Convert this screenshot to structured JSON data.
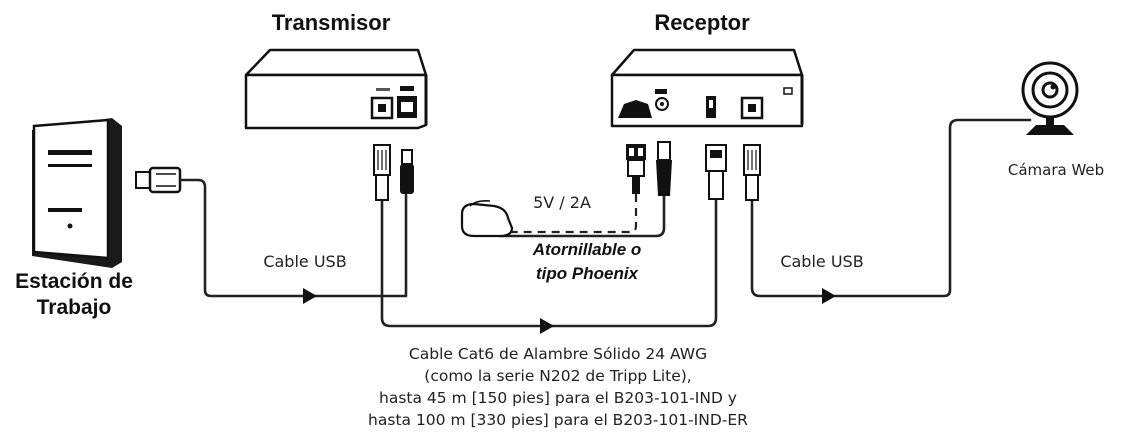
{
  "devices": {
    "transmitter_title": "Transmisor",
    "receiver_title": "Receptor",
    "workstation_line1": "Estación de",
    "workstation_line2": "Trabajo",
    "webcam_label": "Cámara Web"
  },
  "labels": {
    "usb_cable_left": "Cable USB",
    "usb_cable_right": "Cable USB",
    "power": "5V / 2A",
    "connector_line1": "Atornillable o",
    "connector_line2": "tipo Phoenix"
  },
  "cable_note": {
    "line1": "Cable Cat6 de Alambre Sólido 24 AWG",
    "line2": "(como la serie N202 de Tripp Lite),",
    "line3": "hasta 45 m [150 pies] para el B203-101-IND y",
    "line4": "hasta 100 m [330 pies] para el B203-101-IND-ER"
  }
}
